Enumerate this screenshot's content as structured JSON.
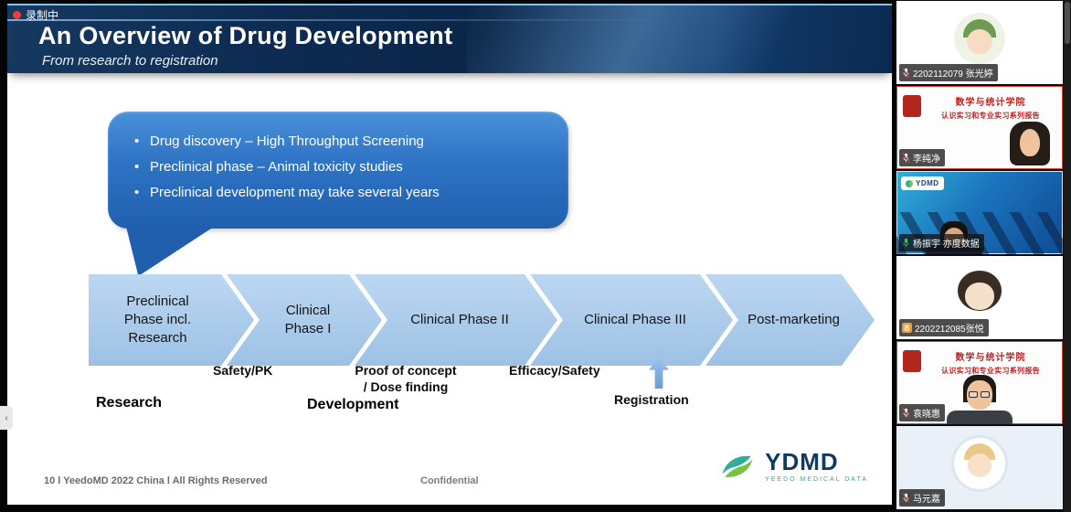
{
  "recording": {
    "label": "录制中"
  },
  "slide": {
    "title": "An Overview of Drug Development",
    "subtitle": "From research to registration",
    "callout": {
      "bullets": [
        "Drug discovery – High Throughput Screening",
        "Preclinical phase – Animal toxicity studies",
        "Preclinical development may take several years"
      ]
    },
    "process": {
      "steps": [
        {
          "label": "Preclinical\nPhase incl.\nResearch"
        },
        {
          "label": "Clinical\nPhase I"
        },
        {
          "label": "Clinical Phase II"
        },
        {
          "label": "Clinical Phase III"
        },
        {
          "label": "Post-marketing"
        }
      ]
    },
    "milestones": [
      {
        "label": "Safety/PK"
      },
      {
        "label": "Proof of concept\n/ Dose finding"
      },
      {
        "label": "Efficacy/Safety"
      },
      {
        "label": "Registration"
      }
    ],
    "stage_labels": [
      {
        "label": "Research"
      },
      {
        "label": "Development"
      }
    ],
    "footer": {
      "left": "10  l  YeedoMD  2022  China  l  All Rights Reserved",
      "center": "Confidential"
    },
    "logo": {
      "name": "YDMD",
      "tagline": "YEEDO MEDICAL DATA"
    }
  },
  "participants": [
    {
      "name": "2202112079 张光婷",
      "mic": "muted",
      "scene": "cartoon-avatar"
    },
    {
      "name": "李纯净",
      "mic": "muted",
      "scene": "poster-camera",
      "poster_line1": "数学与统计学院",
      "poster_line2": "认识实习和专业实习系列报告"
    },
    {
      "name": "杨振宇 亦度数据",
      "mic": "on",
      "scene": "ydmd-screen",
      "screen_logo": "YDMD"
    },
    {
      "name": "2202212085张悦",
      "hand_raised": true,
      "scene": "anime-avatar"
    },
    {
      "name": "袁晓惠",
      "mic": "muted",
      "scene": "poster-camera",
      "poster_line1": "数学与统计学院",
      "poster_line2": "认识实习和专业实习系列报告"
    },
    {
      "name": "马元嘉",
      "mic": "muted",
      "scene": "cartoon-avatar"
    }
  ],
  "colors": {
    "banner_navy": "#0d2b52",
    "callout_blue": "#2e73c4",
    "chevron_blue": "#aecbe9",
    "mic_on_green": "#3ec75a",
    "hand_orange": "#f59e2c",
    "logo_teal": "#2fae9b",
    "logo_green": "#7ac143",
    "recording_red": "#e8413c"
  },
  "panel": {
    "collapse_glyph": "‹"
  }
}
